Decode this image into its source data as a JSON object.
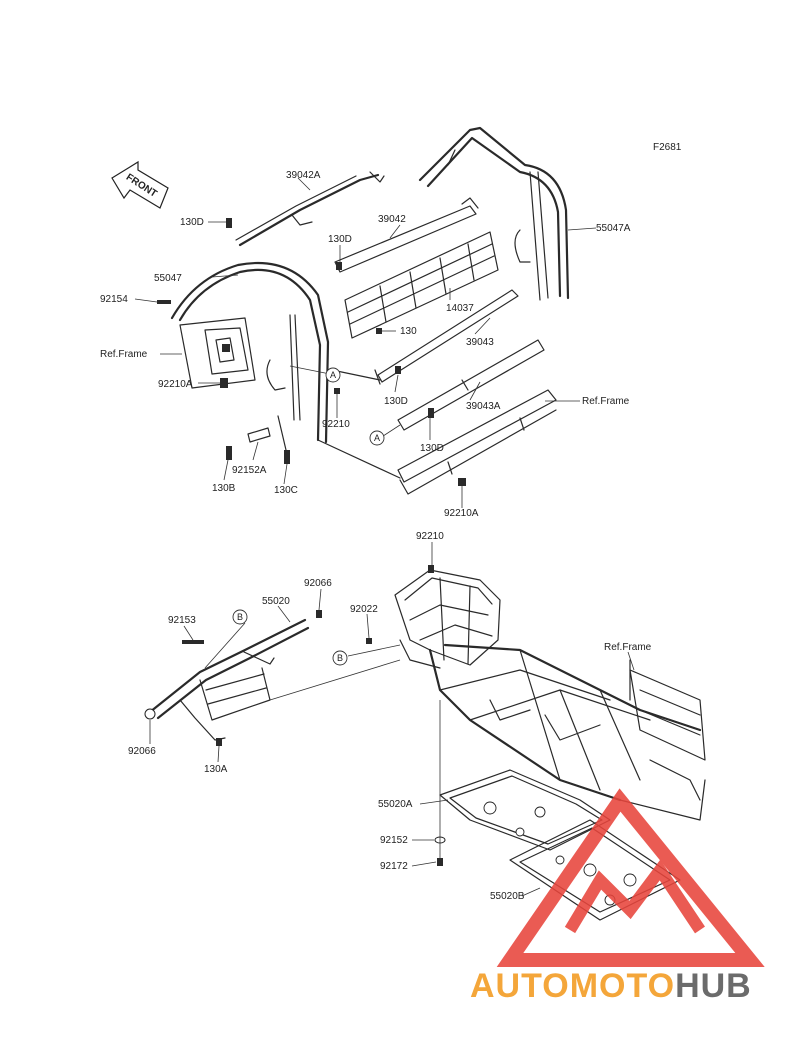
{
  "figure_code": "F2681",
  "front_marker": "FRONT",
  "callouts": {
    "A": "A",
    "B": "B"
  },
  "labels": {
    "l39042A": "39042A",
    "l130D_1": "130D",
    "l39042": "39042",
    "l130D_2": "130D",
    "l55047A": "55047A",
    "l55047": "55047",
    "l92154": "92154",
    "l14037": "14037",
    "l130": "130",
    "lRefFrame1": "Ref.Frame",
    "l39043": "39043",
    "l92210A_1": "92210A",
    "l130D_3": "130D",
    "l39043A": "39043A",
    "lRefFrame2": "Ref.Frame",
    "l92210_1": "92210",
    "l130D_4": "130D",
    "l92152A": "92152A",
    "l130B": "130B",
    "l130C": "130C",
    "l92210A_2": "92210A",
    "l92210_2": "92210",
    "l92066_1": "92066",
    "l55020": "55020",
    "l92153": "92153",
    "l92022": "92022",
    "lRefFrame3": "Ref.Frame",
    "l92066_2": "92066",
    "l130A": "130A",
    "l55020A": "55020A",
    "l92152": "92152",
    "l92172": "92172",
    "l55020B": "55020B"
  },
  "watermark": {
    "part1": "AUTOMOTO",
    "part2": "HUB"
  },
  "colors": {
    "line": "#2a2a2a",
    "watermark_red": "#e8453c",
    "watermark_orange": "#f4a63a",
    "watermark_gray": "#6b6b6b"
  }
}
